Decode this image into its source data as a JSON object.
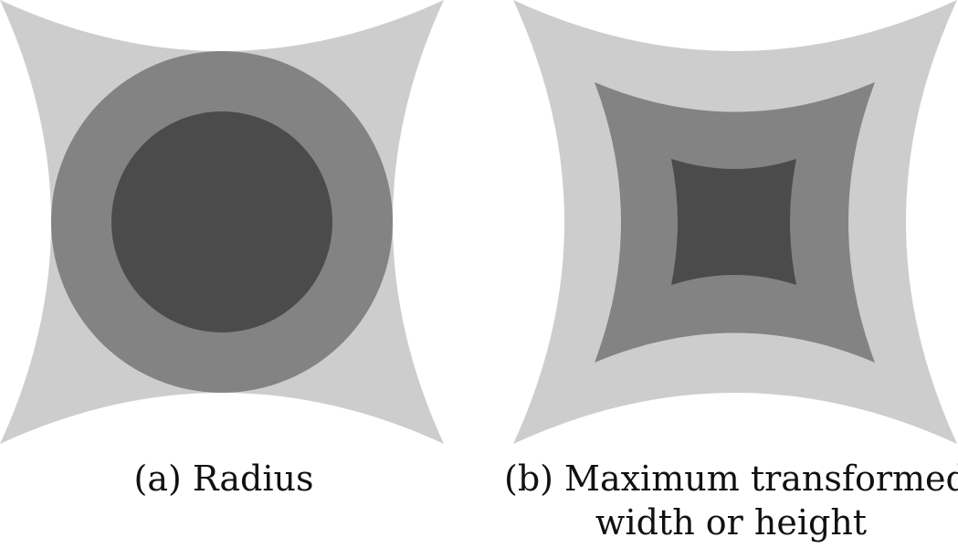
{
  "figure": {
    "panels": [
      {
        "caption": "(a) Radius",
        "region_shape": "circle"
      },
      {
        "caption_line1": "(b) Maximum transformed",
        "caption_line2": "width or height",
        "region_shape": "concave-square"
      }
    ],
    "colors": {
      "outer": "#cdcdcd",
      "middle": "#838383",
      "inner": "#4b4b4b",
      "background": "#ffffff"
    }
  }
}
